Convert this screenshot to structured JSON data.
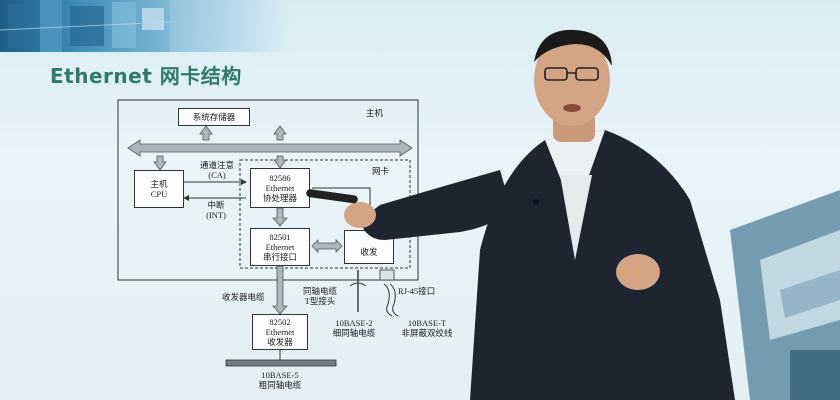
{
  "slide": {
    "title": "Ethernet 网卡结构"
  },
  "diagram": {
    "host_label": "主机",
    "nic_label": "网卡",
    "memory": "系统存储器",
    "cpu_line1": "主机",
    "cpu_line2": "CPU",
    "channel_line1": "通道注意",
    "channel_line2": "(CA)",
    "interrupt_line1": "中断",
    "interrupt_line2": "(INT)",
    "chip82586_line1": "82586",
    "chip82586_line2": "Ethernet",
    "chip82586_line3": "协处理器",
    "chip82501_line1": "82501",
    "chip82501_line2": "Ethernet",
    "chip82501_line3": "串行接口",
    "transceiver_box": "收发",
    "transceiver_cable": "收发器电缆",
    "chip82502_line1": "82502",
    "chip82502_line2": "Ethernet",
    "chip82502_line3": "收发器",
    "coax_t_line1": "同轴电缆",
    "coax_t_line2": "T型接头",
    "rj45": "RJ-45接口",
    "base2_line1": "10BASE-2",
    "base2_line2": "细同轴电缆",
    "baseT_line1": "10BASE-T",
    "baseT_line2": "非屏蔽双绞线",
    "base5_line1": "10BASE-5",
    "base5_line2": "粗同轴电缆"
  }
}
